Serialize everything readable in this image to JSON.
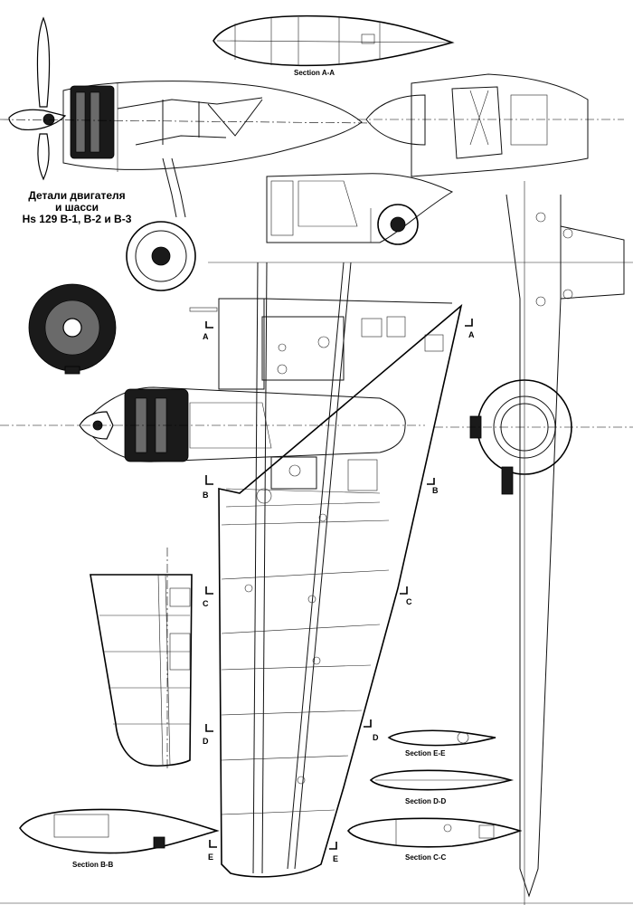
{
  "title": {
    "line1": "Детали двигателя",
    "line2": "и шасси",
    "line3": "Hs 129 B-1, B-2 и B-3"
  },
  "sections": {
    "aa": "Section A-A",
    "bb": "Section B-B",
    "cc": "Section C-C",
    "dd": "Section D-D",
    "ee": "Section E-E"
  },
  "markers": {
    "a": "A",
    "b": "B",
    "c": "C",
    "d": "D",
    "e": "E"
  }
}
